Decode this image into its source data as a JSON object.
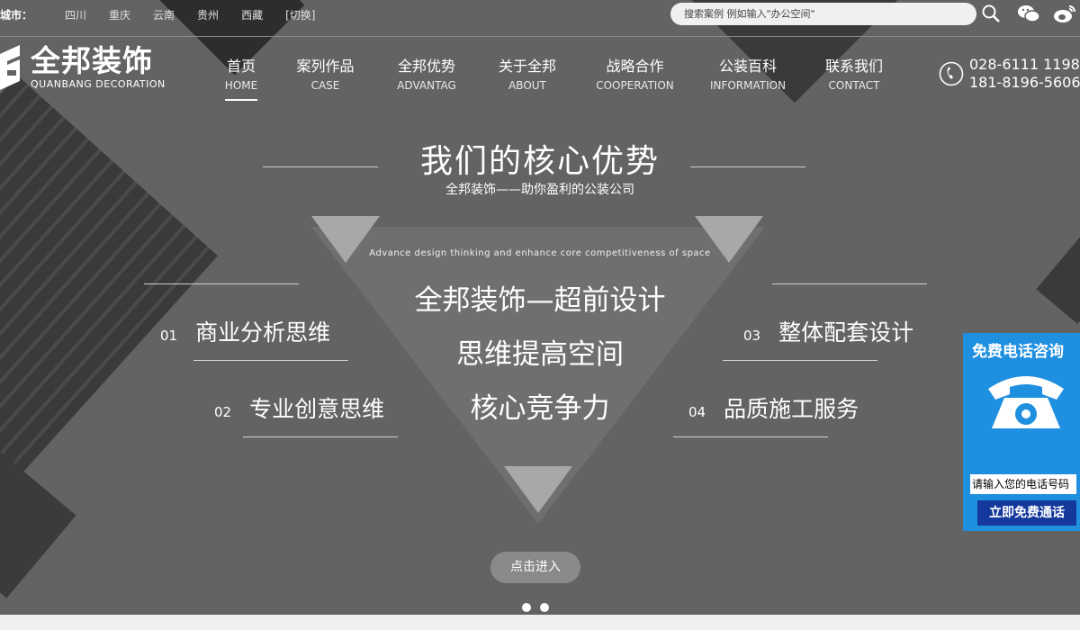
{
  "topbar": {
    "city_label": "城市：",
    "cities": [
      "四川",
      "重庆",
      "云南",
      "贵州",
      "西藏",
      "[切换]"
    ],
    "search_placeholder": "搜索案例 例如输入\"办公空间\""
  },
  "logo": {
    "title": "全邦装饰",
    "subtitle": "QUANBANG DECORATION"
  },
  "nav": [
    {
      "cn": "首页",
      "en": "HOME"
    },
    {
      "cn": "案列作品",
      "en": "CASE"
    },
    {
      "cn": "全邦优势",
      "en": "ADVANTAG"
    },
    {
      "cn": "关于全邦",
      "en": "ABOUT"
    },
    {
      "cn": "战略合作",
      "en": "COOPERATION"
    },
    {
      "cn": "公装百科",
      "en": "INFORMATION"
    },
    {
      "cn": "联系我们",
      "en": "CONTACT"
    }
  ],
  "phone": {
    "line1": "028-6111 1198",
    "line2": "181-8196-5606"
  },
  "headline": {
    "title": "我们的核心优势",
    "subtitle": "全邦装饰——助你盈利的公装公司"
  },
  "center": {
    "english": "Advance design thinking and enhance core competitiveness of space",
    "line1": "全邦装饰—超前设计",
    "line2": "思维提高空间",
    "line3": "核心竞争力"
  },
  "features": [
    {
      "num": "01",
      "text": "商业分析思维"
    },
    {
      "num": "02",
      "text": "专业创意思维"
    },
    {
      "num": "03",
      "text": "整体配套设计"
    },
    {
      "num": "04",
      "text": "品质施工服务"
    }
  ],
  "enter_button": "点击进入",
  "consult": {
    "title": "免费电话咨询",
    "input_placeholder": "请输入您的电话号码",
    "button": "立即免费通话"
  }
}
